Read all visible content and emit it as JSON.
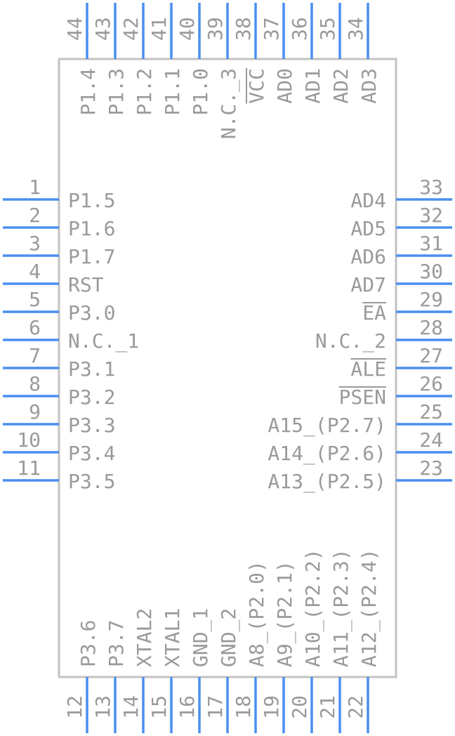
{
  "pins": {
    "left": [
      {
        "num": "1",
        "label": "P1.5"
      },
      {
        "num": "2",
        "label": "P1.6"
      },
      {
        "num": "3",
        "label": "P1.7"
      },
      {
        "num": "4",
        "label": "RST"
      },
      {
        "num": "5",
        "label": "P3.0"
      },
      {
        "num": "6",
        "label": "N.C._1"
      },
      {
        "num": "7",
        "label": "P3.1"
      },
      {
        "num": "8",
        "label": "P3.2"
      },
      {
        "num": "9",
        "label": "P3.3"
      },
      {
        "num": "10",
        "label": "P3.4"
      },
      {
        "num": "11",
        "label": "P3.5"
      }
    ],
    "bottom": [
      {
        "num": "12",
        "label": "P3.6"
      },
      {
        "num": "13",
        "label": "P3.7"
      },
      {
        "num": "14",
        "label": "XTAL2"
      },
      {
        "num": "15",
        "label": "XTAL1"
      },
      {
        "num": "16",
        "label": "GND_1"
      },
      {
        "num": "17",
        "label": "GND_2"
      },
      {
        "num": "18",
        "label": "A8_(P2.0)"
      },
      {
        "num": "19",
        "label": "A9_(P2.1)"
      },
      {
        "num": "20",
        "label": "A10_(P2.2)"
      },
      {
        "num": "21",
        "label": "A11_(P2.3)"
      },
      {
        "num": "22",
        "label": "A12_(P2.4)"
      }
    ],
    "right": [
      {
        "num": "23",
        "label": "A13_(P2.5)"
      },
      {
        "num": "24",
        "label": "A14_(P2.6)"
      },
      {
        "num": "25",
        "label": "A15_(P2.7)"
      },
      {
        "num": "26",
        "label": "PSEN",
        "overbar": true
      },
      {
        "num": "27",
        "label": "ALE",
        "overbar": true
      },
      {
        "num": "28",
        "label": "N.C._2"
      },
      {
        "num": "29",
        "label": "EA",
        "overbar": true
      },
      {
        "num": "30",
        "label": "AD7"
      },
      {
        "num": "31",
        "label": "AD6"
      },
      {
        "num": "32",
        "label": "AD5"
      },
      {
        "num": "33",
        "label": "AD4"
      }
    ],
    "top": [
      {
        "num": "34",
        "label": "AD3"
      },
      {
        "num": "35",
        "label": "AD2"
      },
      {
        "num": "36",
        "label": "AD1"
      },
      {
        "num": "37",
        "label": "AD0"
      },
      {
        "num": "38",
        "label": "VCC",
        "overbar": true
      },
      {
        "num": "39",
        "label": "N.C._3"
      },
      {
        "num": "40",
        "label": "P1.0"
      },
      {
        "num": "41",
        "label": "P1.1"
      },
      {
        "num": "42",
        "label": "P1.2"
      },
      {
        "num": "43",
        "label": "P1.3"
      },
      {
        "num": "44",
        "label": "P1.4"
      }
    ]
  },
  "colors": {
    "pin": "#4a8ff0",
    "body_stroke": "#c2c2c2",
    "text": "#9a9a9a"
  }
}
